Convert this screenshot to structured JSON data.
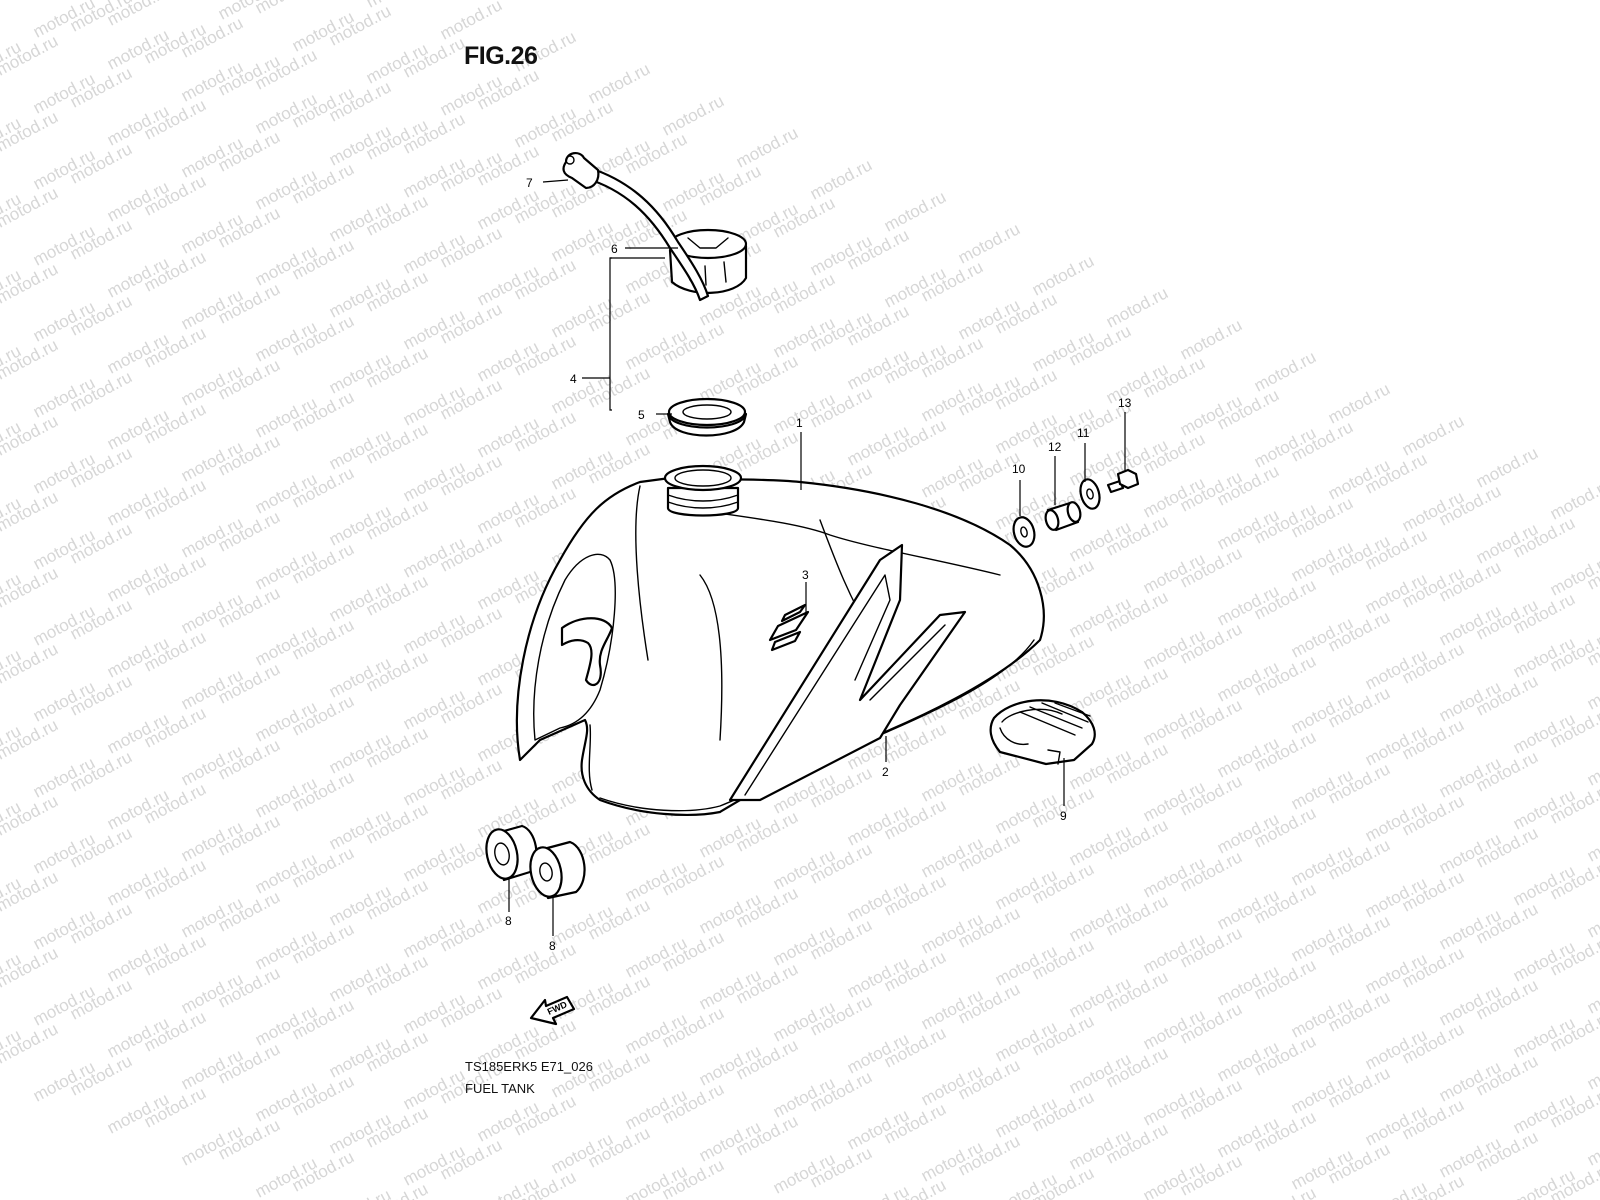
{
  "figure_title": "FIG.26",
  "diagram_code": "TS185ERK5 E71_026",
  "diagram_name": "FUEL TANK",
  "watermark_text": "motod.ru",
  "direction_arrow_label": "FWD",
  "callouts": [
    "1",
    "2",
    "3",
    "4",
    "5",
    "6",
    "7",
    "8",
    "8",
    "9",
    "10",
    "11",
    "12",
    "13"
  ],
  "colors": {
    "line": "#000000",
    "background": "#ffffff",
    "watermark": "#d6d6d6"
  }
}
